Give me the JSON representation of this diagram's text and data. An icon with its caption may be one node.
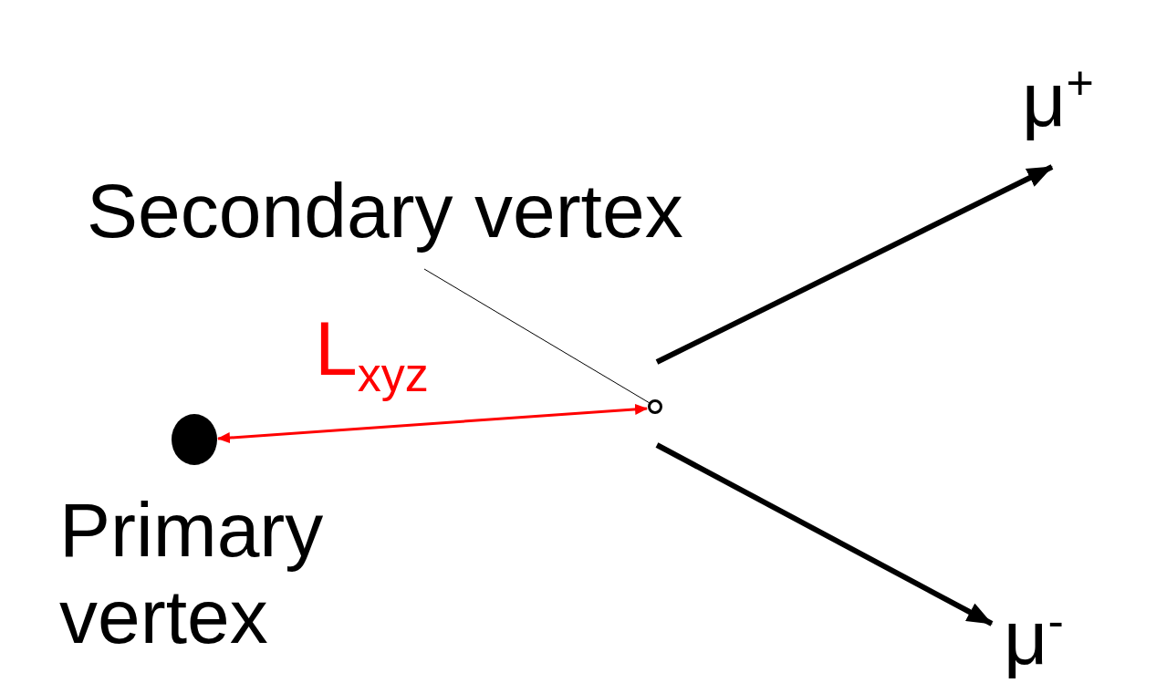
{
  "diagram": {
    "nodes": [
      {
        "text": [
          "Secondary vertex"
        ]
      },
      {
        "text": [],
        "shape": "circle"
      },
      {
        "text": [],
        "shape": "circle",
        "beside": [
          "Primary vertex"
        ]
      },
      {
        "text": [
          "μ$^{+}$"
        ]
      },
      {
        "text": [
          "μ$^{-}$"
        ]
      }
    ],
    "edges": [
      {
        "from": 0,
        "to": 1,
        "arrow": "none"
      },
      {
        "from": 1,
        "to": 2,
        "arrow": "both",
        "label": "L$_{xyz}$",
        "color": "#ff0000"
      },
      {
        "from": 1,
        "to": 3,
        "arrow": "to",
        "style": "thick"
      },
      {
        "from": 1,
        "to": 4,
        "arrow": "to",
        "style": "thick"
      }
    ]
  }
}
